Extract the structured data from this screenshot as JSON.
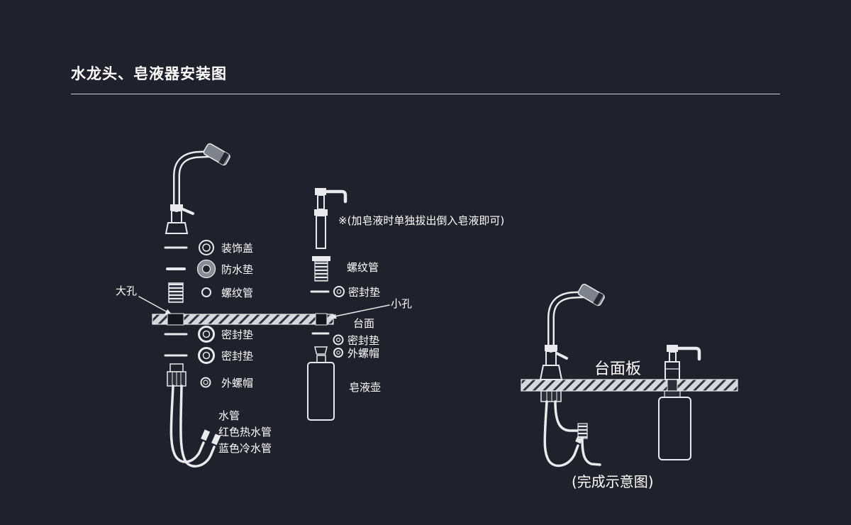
{
  "title": "水龙头、皂液器安装图",
  "colors": {
    "background": "#1f222c",
    "line": "#e8eaed",
    "text": "#ffffff",
    "hatch_fill": "#d4d7dc",
    "hatch_stroke": "#31343d"
  },
  "faucet": {
    "hole_label": "大孔",
    "parts": {
      "decor_cap": "装饰盖",
      "waterproof_pad": "防水垫",
      "threaded_tube": "螺纹管",
      "seal_1": "密封垫",
      "seal_2": "密封垫",
      "outer_nut": "外螺帽",
      "water_pipe": "水管",
      "hot_pipe": "红色热水管",
      "cold_pipe": "蓝色冷水管"
    }
  },
  "countertop": {
    "label": "台面",
    "small_hole_label": "小孔"
  },
  "dispenser": {
    "note": "※(加皂液时单独拔出倒入皂液即可)",
    "parts": {
      "threaded_tube": "螺纹管",
      "seal_top": "密封垫",
      "seal_bottom": "密封垫",
      "outer_nut": "外螺帽",
      "bottle": "皂液壶"
    }
  },
  "assembled": {
    "countertop_label": "台面板",
    "caption": "(完成示意图)"
  }
}
